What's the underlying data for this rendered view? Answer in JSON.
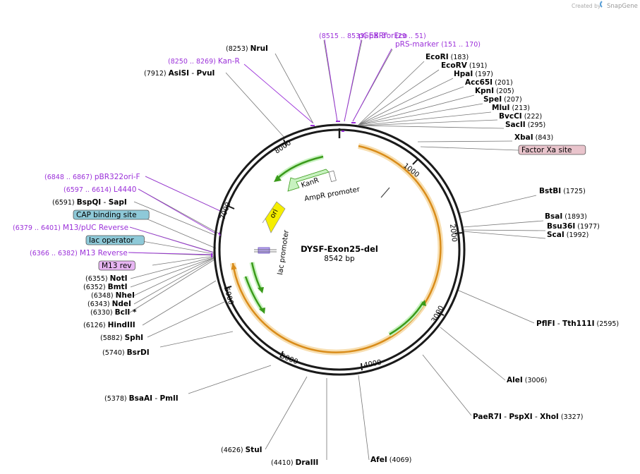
{
  "credit": {
    "prefix": "Created by",
    "brand": "SnapGene"
  },
  "plasmid": {
    "name": "DYSF-Exon25-del",
    "length": "8542 bp"
  },
  "ticks": [
    "1000",
    "2000",
    "3000",
    "4000",
    "5000",
    "6000",
    "7000",
    "8000"
  ],
  "features": {
    "kanr": "KanR",
    "ori": "ori",
    "ampr_promoter": "AmpR promoter",
    "lac_promoter": "lac promoter"
  },
  "labels": [
    {
      "id": "pbrforeco",
      "name": "pBRforEco",
      "pos": "(8515 .. 8533)",
      "kind": "primer"
    },
    {
      "id": "pgex3",
      "name": "pGEX 3'",
      "pos": "",
      "kind": "primer"
    },
    {
      "id": "prs",
      "name": "pRS-marker",
      "pos": "(151 .. 170)",
      "kind": "primer"
    },
    {
      "id": "primer-29",
      "name": "",
      "pos": "(29 .. 51)",
      "kind": "primer"
    },
    {
      "id": "nrui",
      "name": "NruI",
      "pos": "(8253)",
      "kind": "site"
    },
    {
      "id": "kanr-primer",
      "name": "Kan-R",
      "pos": "(8250 .. 8269)",
      "kind": "primer"
    },
    {
      "id": "asisi",
      "name": "AsiSI",
      "name2": "PvuI",
      "pos": "(7912)",
      "kind": "site2"
    },
    {
      "id": "ecori",
      "name": "EcoRI",
      "pos": "(183)",
      "kind": "site"
    },
    {
      "id": "ecorv",
      "name": "EcoRV",
      "pos": "(191)",
      "kind": "site"
    },
    {
      "id": "hpai",
      "name": "HpaI",
      "pos": "(197)",
      "kind": "site"
    },
    {
      "id": "acc65i",
      "name": "Acc65I",
      "pos": "(201)",
      "kind": "site"
    },
    {
      "id": "kpni",
      "name": "KpnI",
      "pos": "(205)",
      "kind": "site"
    },
    {
      "id": "spei",
      "name": "SpeI",
      "pos": "(207)",
      "kind": "site"
    },
    {
      "id": "mlui",
      "name": "MluI",
      "pos": "(213)",
      "kind": "site"
    },
    {
      "id": "bvcci",
      "name": "BvcCI",
      "pos": "(222)",
      "kind": "site"
    },
    {
      "id": "sacii",
      "name": "SacII",
      "pos": "(295)",
      "kind": "site"
    },
    {
      "id": "xbai",
      "name": "XbaI",
      "pos": "(843)",
      "kind": "site"
    },
    {
      "id": "factorxa",
      "name": "Factor Xa site",
      "pos": "",
      "kind": "box-pink"
    },
    {
      "id": "bstbi",
      "name": "BstBI",
      "pos": "(1725)",
      "kind": "site"
    },
    {
      "id": "bsai",
      "name": "BsaI",
      "pos": "(1893)",
      "kind": "site"
    },
    {
      "id": "bsu36i",
      "name": "Bsu36I",
      "pos": "(1977)",
      "kind": "site"
    },
    {
      "id": "scai",
      "name": "ScaI",
      "pos": "(1992)",
      "kind": "site"
    },
    {
      "id": "pflfi",
      "name": "PflFI",
      "name2": "Tth111I",
      "pos": "(2595)",
      "kind": "site2"
    },
    {
      "id": "alei",
      "name": "AleI",
      "pos": "(3006)",
      "kind": "site"
    },
    {
      "id": "paer7i",
      "name": "PaeR7I",
      "name2": "PspXI",
      "name3": "XhoI",
      "pos": "(3327)",
      "kind": "site3"
    },
    {
      "id": "afei",
      "name": "AfeI",
      "pos": "(4069)",
      "kind": "site"
    },
    {
      "id": "draiii",
      "name": "DraIII",
      "pos": "(4410)",
      "kind": "site"
    },
    {
      "id": "stui",
      "name": "StuI",
      "pos": "(4626)",
      "kind": "site"
    },
    {
      "id": "bsaai",
      "name": "BsaAI",
      "name2": "PmlI",
      "pos": "(5378)",
      "kind": "site2"
    },
    {
      "id": "bsrdi",
      "name": "BsrDI",
      "pos": "(5740)",
      "kind": "site"
    },
    {
      "id": "sphi",
      "name": "SphI",
      "pos": "(5882)",
      "kind": "site"
    },
    {
      "id": "hindiii",
      "name": "HindIII",
      "pos": "(6126)",
      "kind": "site"
    },
    {
      "id": "bcli",
      "name": "BclI *",
      "pos": "(6330)",
      "kind": "site"
    },
    {
      "id": "ndei",
      "name": "NdeI",
      "pos": "(6343)",
      "kind": "site"
    },
    {
      "id": "nhei",
      "name": "NheI",
      "pos": "(6348)",
      "kind": "site"
    },
    {
      "id": "bmti",
      "name": "BmtI",
      "pos": "(6352)",
      "kind": "site"
    },
    {
      "id": "noti",
      "name": "NotI",
      "pos": "(6355)",
      "kind": "site"
    },
    {
      "id": "m13rev",
      "name": "M13 rev",
      "pos": "",
      "kind": "box-purple"
    },
    {
      "id": "m13reverse",
      "name": "M13 Reverse",
      "pos": "(6366 .. 6382)",
      "kind": "primer"
    },
    {
      "id": "lacop",
      "name": "lac operator",
      "pos": "",
      "kind": "box-teal"
    },
    {
      "id": "m13puc",
      "name": "M13/pUC Reverse",
      "pos": "(6379 .. 6401)",
      "kind": "primer"
    },
    {
      "id": "cap",
      "name": "CAP binding site",
      "pos": "",
      "kind": "box-teal"
    },
    {
      "id": "bspqi",
      "name": "BspQI",
      "name2": "SapI",
      "pos": "(6591)",
      "kind": "site2"
    },
    {
      "id": "l4440",
      "name": "L4440",
      "pos": "(6597 .. 6614)",
      "kind": "primer"
    },
    {
      "id": "pbr322",
      "name": "pBR322ori-F",
      "pos": "(6848 .. 6867)",
      "kind": "primer"
    }
  ],
  "colors": {
    "backbone": "#1a1a1a",
    "insert": "#d98c1a",
    "insert_glow": "#f7deb0",
    "arrow_green": "#3a9a1a",
    "kanr_fill": "#c8f2c0",
    "ori_fill": "#f5ee00",
    "primer": "#9b30d9",
    "box_teal": "#8ec9d8",
    "box_pink": "#e9c4cc",
    "box_purple": "#e7b5f2"
  }
}
